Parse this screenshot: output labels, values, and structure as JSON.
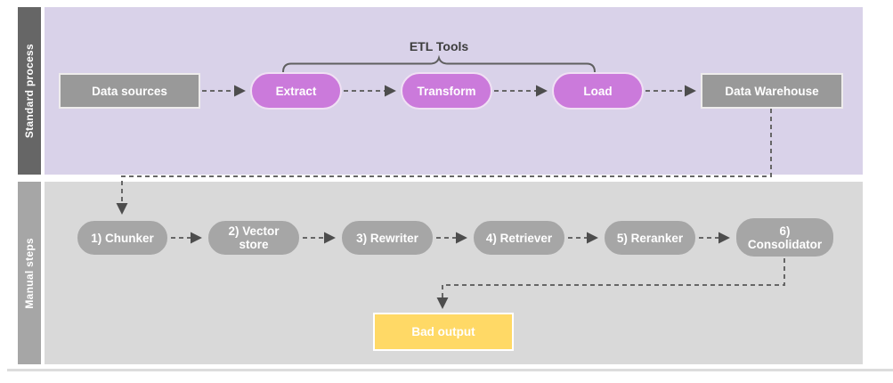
{
  "diagram": {
    "lanes": [
      {
        "label": "Standard process"
      },
      {
        "label": "Manual steps"
      }
    ],
    "annotation": {
      "label": "ETL Tools"
    },
    "standard_nodes": [
      {
        "label": "Data sources"
      },
      {
        "label": "Extract"
      },
      {
        "label": "Transform"
      },
      {
        "label": "Load"
      },
      {
        "label": "Data Warehouse"
      }
    ],
    "manual_nodes": [
      {
        "label": "1) Chunker"
      },
      {
        "label": "2) Vector store"
      },
      {
        "label": "3) Rewriter"
      },
      {
        "label": "4) Retriever"
      },
      {
        "label": "5) Reranker"
      },
      {
        "label": "6) Consolidator"
      }
    ],
    "output_node": {
      "label": "Bad output"
    },
    "colors": {
      "standard_lane_bar": "#666666",
      "standard_lane_bg": "#d9d2e9",
      "manual_lane_bar": "#a6a6a6",
      "manual_lane_bg": "#d9d9d9",
      "etl_pill": "#cb7adb",
      "gray_box": "#999999",
      "gray_pill": "#a6a6a6",
      "output_box": "#ffd966",
      "connector": "#666666",
      "annotation_text": "#3d3d3d"
    }
  }
}
